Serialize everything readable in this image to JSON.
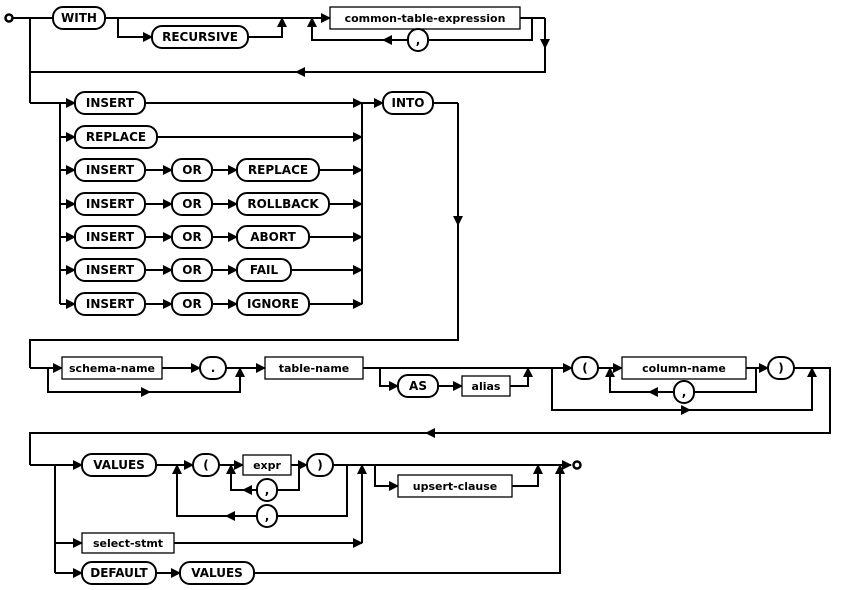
{
  "diagram": {
    "name": "insert-stmt syntax railroad diagram",
    "line_color": "#000000",
    "background_color": "#ffffff",
    "box_fill_color": "#ffffff"
  },
  "nodes": {
    "with": "WITH",
    "recursive": "RECURSIVE",
    "cte": "common-table-expression",
    "comma": ",",
    "insert": "INSERT",
    "replace": "REPLACE",
    "or": "OR",
    "rollback": "ROLLBACK",
    "abort": "ABORT",
    "fail": "FAIL",
    "ignore": "IGNORE",
    "into": "INTO",
    "schema_name": "schema-name",
    "dot": ".",
    "table_name": "table-name",
    "as": "AS",
    "alias": "alias",
    "lparen": "(",
    "column_name": "column-name",
    "rparen": ")",
    "values": "VALUES",
    "expr": "expr",
    "upsert_clause": "upsert-clause",
    "select_stmt": "select-stmt",
    "default": "DEFAULT"
  }
}
